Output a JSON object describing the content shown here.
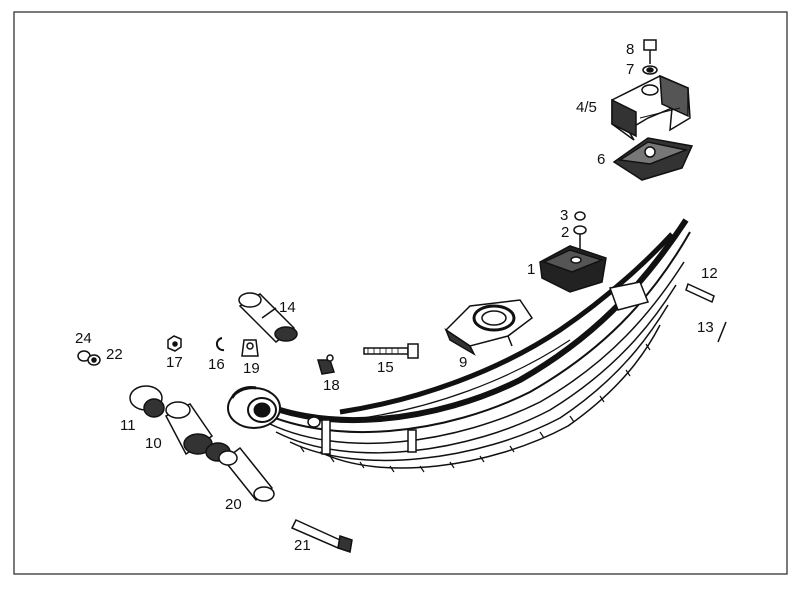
{
  "diagram": {
    "labels": {
      "l1": "1",
      "l2": "2",
      "l3": "3",
      "l45": "4/5",
      "l6": "6",
      "l7": "7",
      "l8": "8",
      "l9": "9",
      "l10": "10",
      "l11": "11",
      "l12": "12",
      "l13": "13",
      "l14": "14",
      "l15": "15",
      "l16": "16",
      "l17": "17",
      "l18": "18",
      "l19": "19",
      "l20": "20",
      "l21": "21",
      "l22": "22",
      "l24": "24"
    }
  }
}
